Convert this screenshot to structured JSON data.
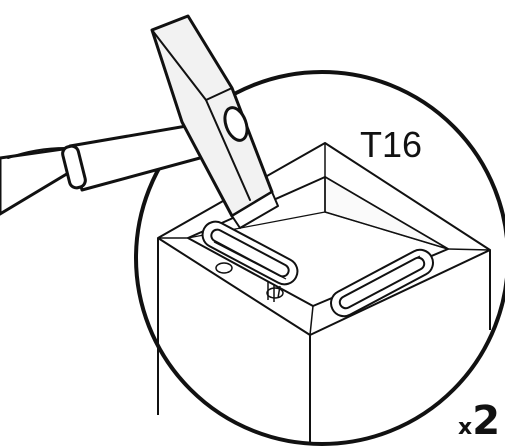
{
  "part_label": "T16",
  "quantity": {
    "prefix": "x",
    "count": "2"
  },
  "tool_icon": "hammer-icon",
  "colors": {
    "line": "#111111",
    "fill": "#ffffff",
    "metal": "#f2f2f2"
  }
}
